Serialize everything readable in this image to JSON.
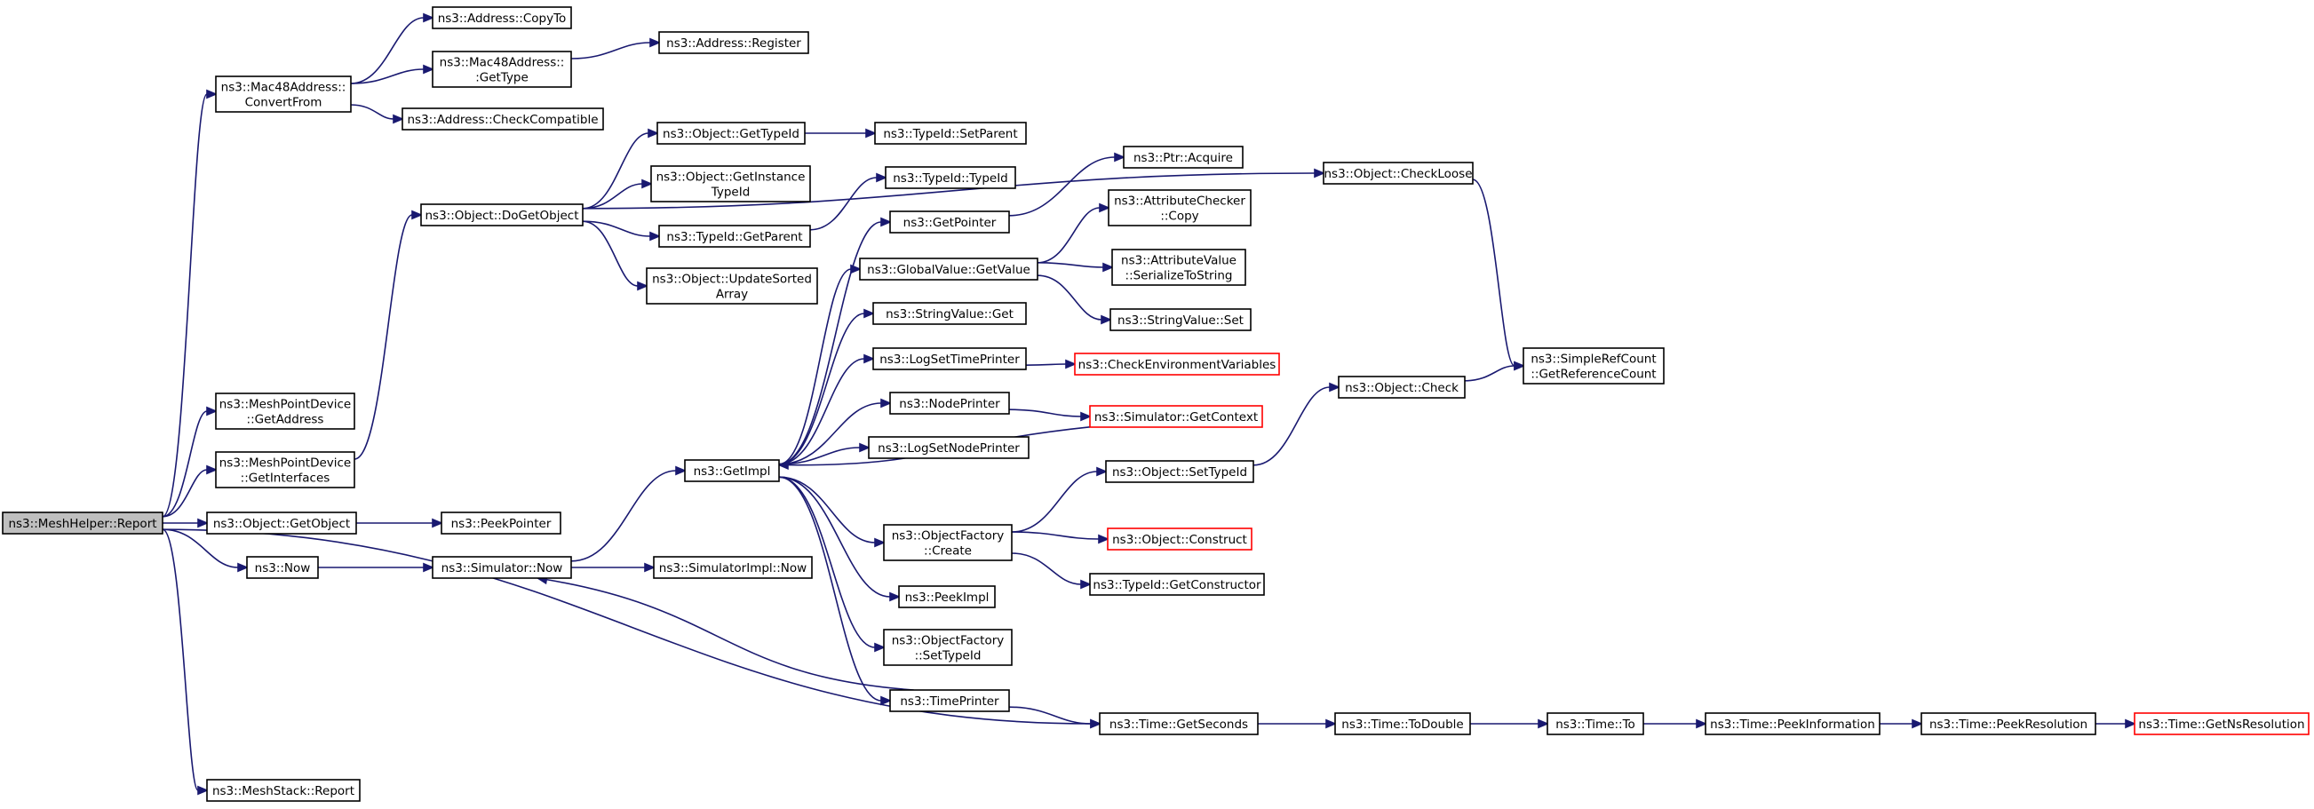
{
  "colors": {
    "edge": "#191970",
    "border": "#000000",
    "border_truncated": "#ff0000",
    "fill": "#ffffff",
    "fill_root": "#bfbfbf",
    "text": "#000000"
  },
  "nodes": [
    {
      "id": "report",
      "lines": [
        "ns3::MeshHelper::Report"
      ],
      "root": true
    },
    {
      "id": "convertfrom",
      "lines": [
        "ns3::Mac48Address::",
        "ConvertFrom"
      ]
    },
    {
      "id": "copyto",
      "lines": [
        "ns3::Address::CopyTo"
      ]
    },
    {
      "id": "mac_gettype",
      "lines": [
        "ns3::Mac48Address::",
        ":GetType"
      ]
    },
    {
      "id": "addr_register",
      "lines": [
        "ns3::Address::Register"
      ]
    },
    {
      "id": "checkcompatible",
      "lines": [
        "ns3::Address::CheckCompatible"
      ]
    },
    {
      "id": "mp_getaddress",
      "lines": [
        "ns3::MeshPointDevice",
        "::GetAddress"
      ]
    },
    {
      "id": "mp_getinterfaces",
      "lines": [
        "ns3::MeshPointDevice",
        "::GetInterfaces"
      ]
    },
    {
      "id": "obj_getobject",
      "lines": [
        "ns3::Object::GetObject"
      ]
    },
    {
      "id": "now",
      "lines": [
        "ns3::Now"
      ]
    },
    {
      "id": "meshstack_report",
      "lines": [
        "ns3::MeshStack::Report"
      ]
    },
    {
      "id": "dogetobject",
      "lines": [
        "ns3::Object::DoGetObject"
      ]
    },
    {
      "id": "peekpointer",
      "lines": [
        "ns3::PeekPointer"
      ]
    },
    {
      "id": "sim_now",
      "lines": [
        "ns3::Simulator::Now"
      ]
    },
    {
      "id": "obj_gettypeid",
      "lines": [
        "ns3::Object::GetTypeId"
      ]
    },
    {
      "id": "obj_getinstancetypeid",
      "lines": [
        "ns3::Object::GetInstance",
        "TypeId"
      ]
    },
    {
      "id": "typeid_getparent",
      "lines": [
        "ns3::TypeId::GetParent"
      ]
    },
    {
      "id": "updatesortedarray",
      "lines": [
        "ns3::Object::UpdateSorted",
        "Array"
      ]
    },
    {
      "id": "getimpl",
      "lines": [
        "ns3::GetImpl"
      ]
    },
    {
      "id": "simimpl_now",
      "lines": [
        "ns3::SimulatorImpl::Now"
      ]
    },
    {
      "id": "typeid_setparent",
      "lines": [
        "ns3::TypeId::SetParent"
      ]
    },
    {
      "id": "typeid_typeid",
      "lines": [
        "ns3::TypeId::TypeId"
      ]
    },
    {
      "id": "getpointer",
      "lines": [
        "ns3::GetPointer"
      ]
    },
    {
      "id": "gv_getvalue",
      "lines": [
        "ns3::GlobalValue::GetValue"
      ]
    },
    {
      "id": "stringvalue_get",
      "lines": [
        "ns3::StringValue::Get"
      ]
    },
    {
      "id": "logsettimeprinter",
      "lines": [
        "ns3::LogSetTimePrinter"
      ]
    },
    {
      "id": "nodeprinter",
      "lines": [
        "ns3::NodePrinter"
      ]
    },
    {
      "id": "logsetnodeprinter",
      "lines": [
        "ns3::LogSetNodePrinter"
      ]
    },
    {
      "id": "objfactory_create",
      "lines": [
        "ns3::ObjectFactory",
        "::Create"
      ]
    },
    {
      "id": "peekimpl",
      "lines": [
        "ns3::PeekImpl"
      ]
    },
    {
      "id": "objfactory_settypeid",
      "lines": [
        "ns3::ObjectFactory",
        "::SetTypeId"
      ]
    },
    {
      "id": "timeprinter",
      "lines": [
        "ns3::TimePrinter"
      ]
    },
    {
      "id": "ptr_acquire",
      "lines": [
        "ns3::Ptr::Acquire"
      ]
    },
    {
      "id": "attrchecker_copy",
      "lines": [
        "ns3::AttributeChecker",
        "::Copy"
      ]
    },
    {
      "id": "attrvalue_serialize",
      "lines": [
        "ns3::AttributeValue",
        "::SerializeToString"
      ]
    },
    {
      "id": "stringvalue_set",
      "lines": [
        "ns3::StringValue::Set"
      ]
    },
    {
      "id": "checkenvvars",
      "lines": [
        "ns3::CheckEnvironmentVariables"
      ],
      "truncated": true
    },
    {
      "id": "sim_getcontext",
      "lines": [
        "ns3::Simulator::GetContext"
      ],
      "truncated": true
    },
    {
      "id": "obj_settypeid",
      "lines": [
        "ns3::Object::SetTypeId"
      ]
    },
    {
      "id": "obj_construct",
      "lines": [
        "ns3::Object::Construct"
      ],
      "truncated": true
    },
    {
      "id": "typeid_getconstructor",
      "lines": [
        "ns3::TypeId::GetConstructor"
      ]
    },
    {
      "id": "time_getseconds",
      "lines": [
        "ns3::Time::GetSeconds"
      ]
    },
    {
      "id": "obj_checkloose",
      "lines": [
        "ns3::Object::CheckLoose"
      ]
    },
    {
      "id": "obj_check",
      "lines": [
        "ns3::Object::Check"
      ]
    },
    {
      "id": "simplerefcount",
      "lines": [
        "ns3::SimpleRefCount",
        "::GetReferenceCount"
      ]
    },
    {
      "id": "time_todouble",
      "lines": [
        "ns3::Time::ToDouble"
      ]
    },
    {
      "id": "time_to",
      "lines": [
        "ns3::Time::To"
      ]
    },
    {
      "id": "time_peekinfo",
      "lines": [
        "ns3::Time::PeekInformation"
      ]
    },
    {
      "id": "time_peekres",
      "lines": [
        "ns3::Time::PeekResolution"
      ]
    },
    {
      "id": "time_getnsres",
      "lines": [
        "ns3::Time::GetNsResolution"
      ],
      "truncated": true
    }
  ],
  "edges": [
    [
      "report",
      "convertfrom"
    ],
    [
      "report",
      "mp_getaddress"
    ],
    [
      "report",
      "mp_getinterfaces"
    ],
    [
      "report",
      "obj_getobject"
    ],
    [
      "report",
      "now"
    ],
    [
      "report",
      "time_getseconds"
    ],
    [
      "report",
      "meshstack_report"
    ],
    [
      "convertfrom",
      "copyto"
    ],
    [
      "convertfrom",
      "mac_gettype"
    ],
    [
      "convertfrom",
      "checkcompatible"
    ],
    [
      "mac_gettype",
      "addr_register"
    ],
    [
      "mp_getinterfaces",
      "dogetobject"
    ],
    [
      "obj_getobject",
      "peekpointer"
    ],
    [
      "now",
      "sim_now"
    ],
    [
      "dogetobject",
      "obj_gettypeid"
    ],
    [
      "dogetobject",
      "obj_getinstancetypeid"
    ],
    [
      "dogetobject",
      "typeid_getparent"
    ],
    [
      "dogetobject",
      "updatesortedarray"
    ],
    [
      "dogetobject",
      "obj_checkloose"
    ],
    [
      "obj_gettypeid",
      "typeid_setparent"
    ],
    [
      "typeid_getparent",
      "typeid_typeid"
    ],
    [
      "sim_now",
      "getimpl"
    ],
    [
      "sim_now",
      "simimpl_now"
    ],
    [
      "getimpl",
      "getpointer"
    ],
    [
      "getimpl",
      "gv_getvalue"
    ],
    [
      "getimpl",
      "stringvalue_get"
    ],
    [
      "getimpl",
      "logsettimeprinter"
    ],
    [
      "getimpl",
      "nodeprinter"
    ],
    [
      "getimpl",
      "logsetnodeprinter"
    ],
    [
      "getimpl",
      "objfactory_create"
    ],
    [
      "getimpl",
      "peekimpl"
    ],
    [
      "getimpl",
      "objfactory_settypeid"
    ],
    [
      "getimpl",
      "timeprinter"
    ],
    [
      "getpointer",
      "ptr_acquire"
    ],
    [
      "gv_getvalue",
      "attrchecker_copy"
    ],
    [
      "gv_getvalue",
      "attrvalue_serialize"
    ],
    [
      "gv_getvalue",
      "stringvalue_set"
    ],
    [
      "logsettimeprinter",
      "checkenvvars"
    ],
    [
      "nodeprinter",
      "sim_getcontext"
    ],
    [
      "sim_getcontext",
      "getimpl"
    ],
    [
      "objfactory_create",
      "obj_settypeid"
    ],
    [
      "objfactory_create",
      "obj_construct"
    ],
    [
      "objfactory_create",
      "typeid_getconstructor"
    ],
    [
      "obj_settypeid",
      "obj_check"
    ],
    [
      "timeprinter",
      "sim_now"
    ],
    [
      "timeprinter",
      "time_getseconds"
    ],
    [
      "obj_checkloose",
      "simplerefcount"
    ],
    [
      "obj_check",
      "simplerefcount"
    ],
    [
      "time_getseconds",
      "time_todouble"
    ],
    [
      "time_todouble",
      "time_to"
    ],
    [
      "time_to",
      "time_peekinfo"
    ],
    [
      "time_peekinfo",
      "time_peekres"
    ],
    [
      "time_peekres",
      "time_getnsres"
    ]
  ]
}
